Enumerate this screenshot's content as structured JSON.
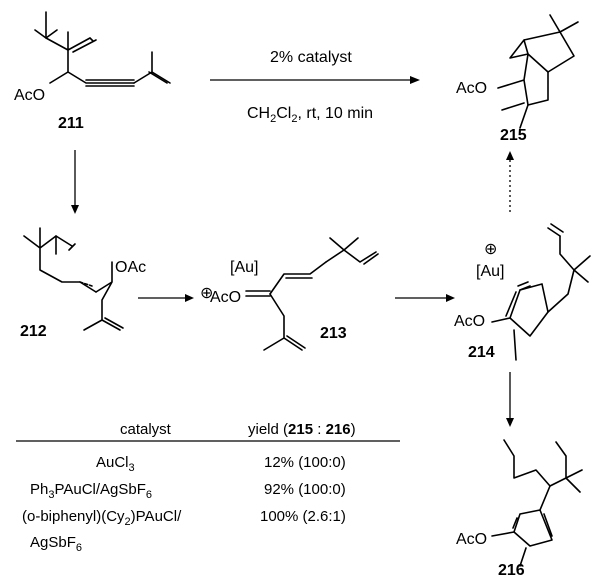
{
  "compounds": {
    "c211": "211",
    "c212": "212",
    "c213": "213",
    "c214": "214",
    "c215": "215",
    "c216": "216"
  },
  "labels": {
    "aco": "AcO",
    "oac": "OAc",
    "au": "[Au]",
    "aco_plus": "AcO",
    "plus": "⊕"
  },
  "conditions": {
    "catalyst": "2% catalyst",
    "solvent_prefix": "CH",
    "solvent_sub1": "2",
    "solvent_mid": "Cl",
    "solvent_sub2": "2",
    "solvent_rest": ", rt, 10 min"
  },
  "table": {
    "header_catalyst": "catalyst",
    "header_yield_prefix": "yield (",
    "header_yield_a": "215",
    "header_yield_sep": " : ",
    "header_yield_b": "216",
    "header_yield_suffix": ")",
    "rows": [
      {
        "cat_parts": [
          "AuCl",
          "3"
        ],
        "yield": "12% (100:0)"
      },
      {
        "cat_parts": [
          "Ph",
          "3",
          "PAuCl/AgSbF",
          "6"
        ],
        "yield": "92% (100:0)"
      },
      {
        "cat_parts": [
          "(o-biphenyl)(Cy",
          "2",
          ")PAuCl/"
        ],
        "cat_line2_parts": [
          "AgSbF",
          "6"
        ],
        "yield": "100% (2.6:1)"
      }
    ]
  }
}
